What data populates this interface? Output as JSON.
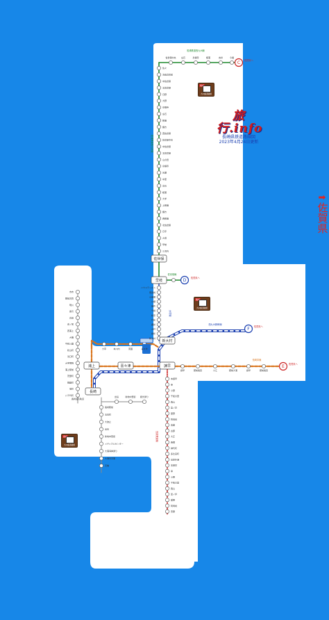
{
  "map": {
    "background_color": "#1787e8",
    "land_color": "#ffffff",
    "line_colors": {
      "sasebo_line": "#1f8a2d",
      "omura_line": "#1f8a2d",
      "nagasaki_line": "#d9741c",
      "nagasaki_line_blue": "#1a3fb0",
      "shimabara_railway": "#cc2222"
    },
    "logo": {
      "title": "旅行.info",
      "subtitle": "長崎県鉄道路線図",
      "updated": "2023年4月24日更新"
    },
    "direction": {
      "arrow_icon": "right-arrow-icon",
      "label": "佐賀県"
    },
    "badge_caption": "九州鉄道路線",
    "badge_tag": "長崎",
    "line_labels": {
      "matsuura": "松浦鉄道西九州線",
      "sasebo": "佐世保線",
      "omura": "大村線",
      "nishi_kyushu": "西九州新幹線",
      "nagasaki": "長崎本線",
      "shimabara": "島原鉄道線"
    },
    "hubs": {
      "sasebo": "佐世保",
      "haiki": "早岐",
      "isahaya": "諫早",
      "urakami": "浦上",
      "nagasaki": "長崎",
      "kikitsu": "喜々津",
      "shin_omura": "新大村"
    },
    "exits": [
      {
        "letter": "C",
        "label": "佐賀県へ"
      },
      {
        "letter": "D",
        "label": "佐賀県へ"
      },
      {
        "letter": "E",
        "label": "佐賀県へ"
      },
      {
        "letter": "F",
        "label": "佐賀県へ"
      }
    ],
    "top_row_stations": [
      "佐世保中央",
      "左石",
      "泉福寺",
      "相浦",
      "吉井",
      "今福"
    ],
    "sasebo_line_stations": [
      "佐々",
      "清峰高校前",
      "中佐世保",
      "北佐世保",
      "日野",
      "大野",
      "泉福寺",
      "左石",
      "相浦",
      "棚方",
      "西佐世保",
      "佐世保中央",
      "中佐世保",
      "北佐世保",
      "山の田",
      "泉福寺",
      "皆瀬",
      "中里",
      "左石",
      "相浦",
      "大学",
      "上相浦",
      "棚方",
      "西相浦",
      "北佐世保",
      "日宇",
      "大塔",
      "早岐",
      "三河内",
      "有田"
    ],
    "omura_line_stations": [
      "ハウステンボス",
      "南風崎",
      "小串郷",
      "川棚",
      "彼杵",
      "千綿",
      "松原",
      "竹松",
      "諏訪",
      "大村",
      "岩松",
      "新大村"
    ],
    "nagasaki_west_stations": [
      "市布",
      "肥前古賀",
      "現川",
      "長与",
      "高田",
      "道ノ尾",
      "西浦上",
      "浦上",
      "長崎",
      "浦上車両基地",
      "大草",
      "本川内",
      "東園",
      "喜々津"
    ],
    "nagasaki_line_stations": [
      "諫早",
      "肥前長田",
      "小江",
      "肥前大浦"
    ],
    "shimabara_stations": [
      "本諫早",
      "幸",
      "小野",
      "干拓の里",
      "森山",
      "釜ノ鼻",
      "愛野",
      "阿母崎",
      "吾妻",
      "古部",
      "大正",
      "西郷",
      "神代町",
      "多比良町",
      "島原外港"
    ],
    "tram_stations": [
      "長崎駅前",
      "五島町",
      "大波止",
      "出島",
      "新地中華街",
      "観光通り",
      "思案橋",
      "正覚寺下"
    ],
    "left_list": [
      "市布",
      "肥前古賀",
      "現川",
      "長与",
      "高田",
      "道ノ尾",
      "西浦上",
      "大橋",
      "平和公園",
      "松山町",
      "浜口町",
      "大学病院",
      "浦上駅前",
      "茂里町",
      "銭座町",
      "宝町",
      "八千代町"
    ],
    "tram_area": {
      "label": "長崎電気軌道",
      "stations": [
        "長崎駅前",
        "五島町",
        "大波止",
        "出島",
        "新地中華街",
        "メディカルセンター",
        "大浦海岸通り",
        "大浦天主堂",
        "石橋"
      ]
    }
  }
}
